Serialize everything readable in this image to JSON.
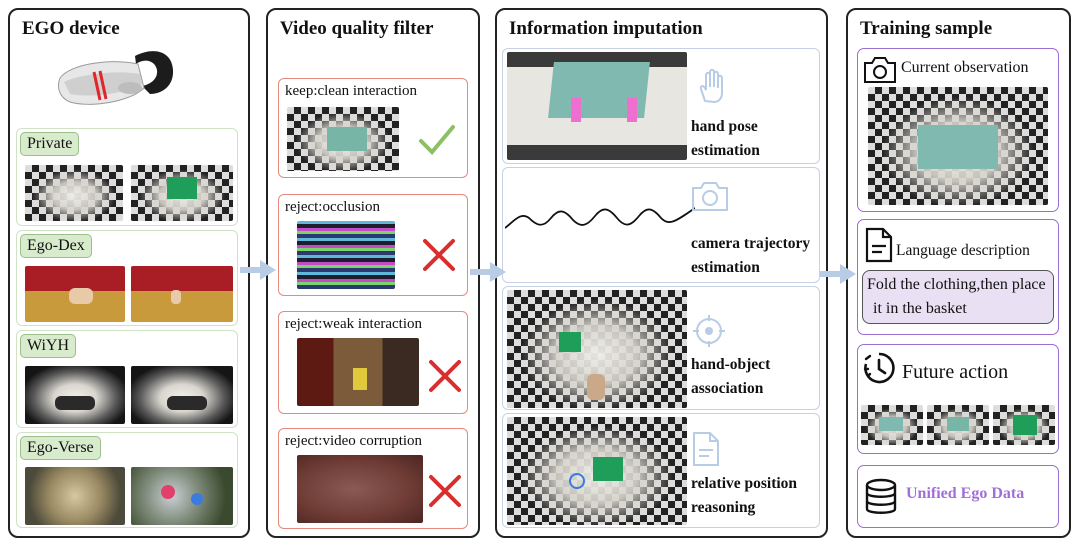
{
  "panels": {
    "ego_device": {
      "title": "EGO device",
      "sources": [
        "Private",
        "Ego-Dex",
        "WiYH",
        "Ego-Verse"
      ]
    },
    "video_filter": {
      "title": "Video quality filter",
      "items": [
        {
          "label": "keep:clean interaction",
          "verdict": "check-icon"
        },
        {
          "label": "reject:occlusion",
          "verdict": "x-icon"
        },
        {
          "label": "reject:weak interaction",
          "verdict": "x-icon"
        },
        {
          "label": "reject:video corruption",
          "verdict": "x-icon"
        }
      ]
    },
    "imputation": {
      "title": "Information imputation",
      "items": [
        {
          "line1": "hand pose",
          "line2": "estimation",
          "icon": "hand-icon"
        },
        {
          "line1": "camera trajectory",
          "line2": "estimation",
          "icon": "camera-icon"
        },
        {
          "line1": "hand-object",
          "line2": "association",
          "icon": "target-icon"
        },
        {
          "line1": "relative position",
          "line2": "reasoning",
          "icon": "document-icon"
        }
      ]
    },
    "training": {
      "title": "Training sample",
      "current_observation": "Current observation",
      "language_description": "Language description",
      "instruction_line1": "Fold the clothing,then place",
      "instruction_line2": "it in the basket",
      "future_action": "Future action",
      "unified": "Unified Ego Data"
    }
  },
  "colors": {
    "green_border": "#cfe3c4",
    "green_label": "#d8ebcd",
    "red_border": "#e58a7d",
    "check": "#8cc063",
    "cross": "#d92e2e",
    "blue_border": "#c6d1e6",
    "purple": "#9a6fd0",
    "purple_fill": "#e9e1f3",
    "arrow": "#b9cce6"
  }
}
